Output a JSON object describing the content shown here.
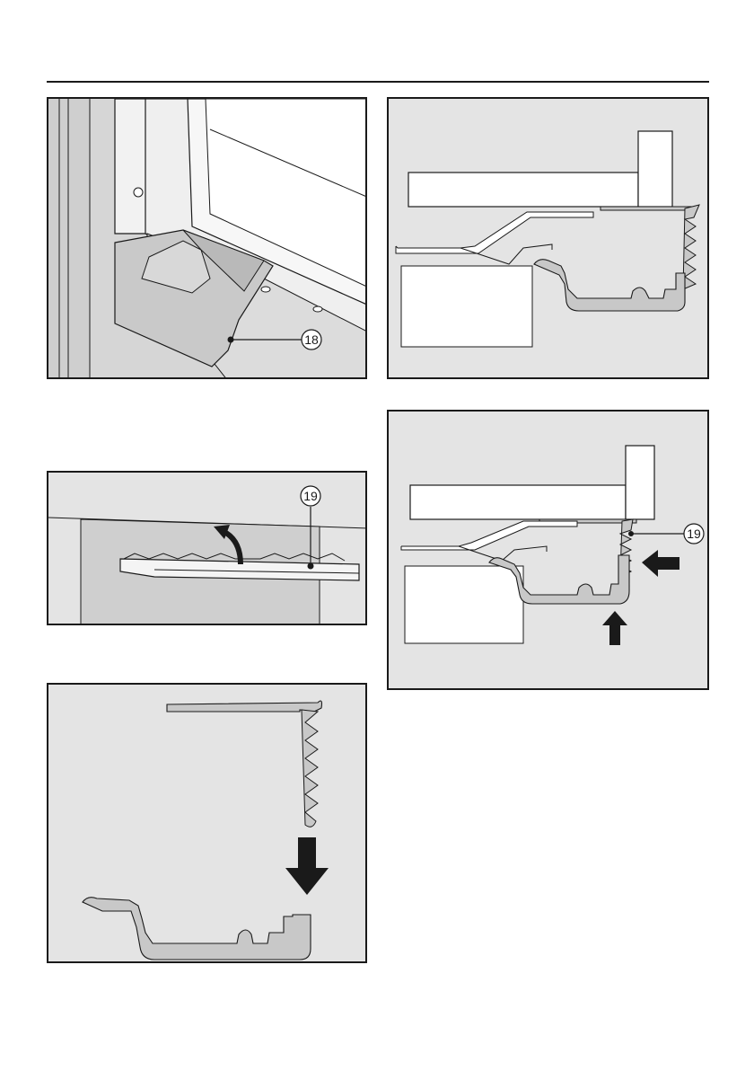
{
  "callouts": {
    "part_18": "18",
    "part_19": "19",
    "part_19_detail": "19"
  },
  "colors": {
    "panel_bg": "#e4e4e4",
    "line": "#1a1a1a",
    "profile_fill": "#c8c8c8",
    "white_part": "#ffffff"
  }
}
